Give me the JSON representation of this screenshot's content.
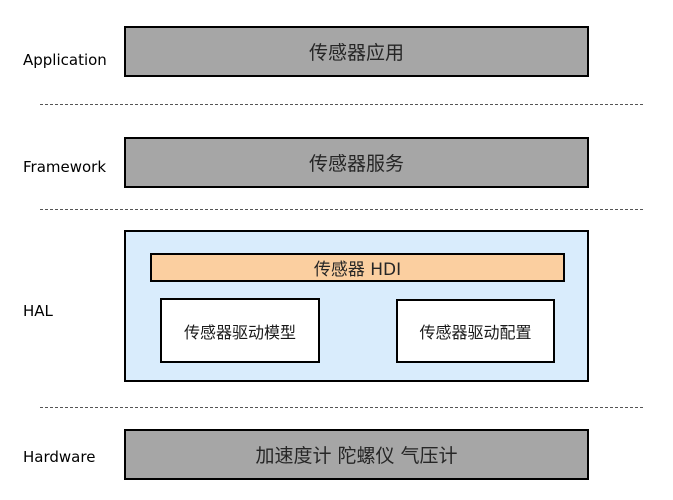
{
  "layers": {
    "application": {
      "label": "Application",
      "component": "传感器应用"
    },
    "framework": {
      "label": "Framework",
      "component": "传感器服务"
    },
    "hal": {
      "label": "HAL",
      "hdi": "传感器 HDI",
      "driver_model": "传感器驱动模型",
      "driver_config": "传感器驱动配置"
    },
    "hardware": {
      "label": "Hardware",
      "component": "加速度计 陀螺仪 气压计"
    }
  },
  "colors": {
    "layer_box_fill": "#a6a6a6",
    "hal_container_fill": "#d9ecfc",
    "hdi_fill": "#fbcfa0",
    "driver_box_fill": "#ffffff",
    "border": "#000000"
  }
}
